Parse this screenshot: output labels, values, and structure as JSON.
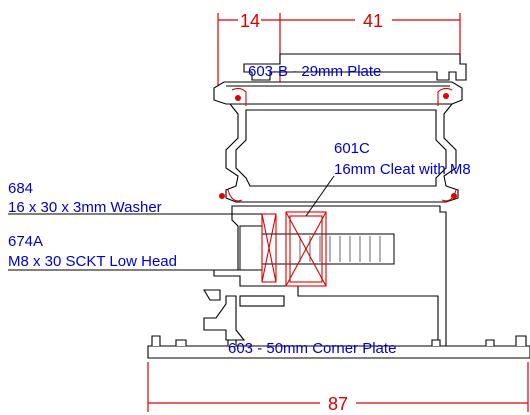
{
  "dimensions": {
    "top_left": "14",
    "top_right": "41",
    "bottom": "87"
  },
  "labels": {
    "plate_top": "603-B - 29mm Plate",
    "cleat_code": "601C",
    "cleat_desc": "16mm Cleat with M8",
    "washer_code": "684",
    "washer_desc": "16 x 30 x 3mm Washer",
    "screw_code": "674A",
    "screw_desc": "M8 x 30 SCKT Low Head",
    "corner_plate": "603 - 50mm Corner Plate"
  },
  "colors": {
    "dimension": "#e00000",
    "label": "#0000cc",
    "outline": "#000000",
    "highlight": "#e00000"
  }
}
